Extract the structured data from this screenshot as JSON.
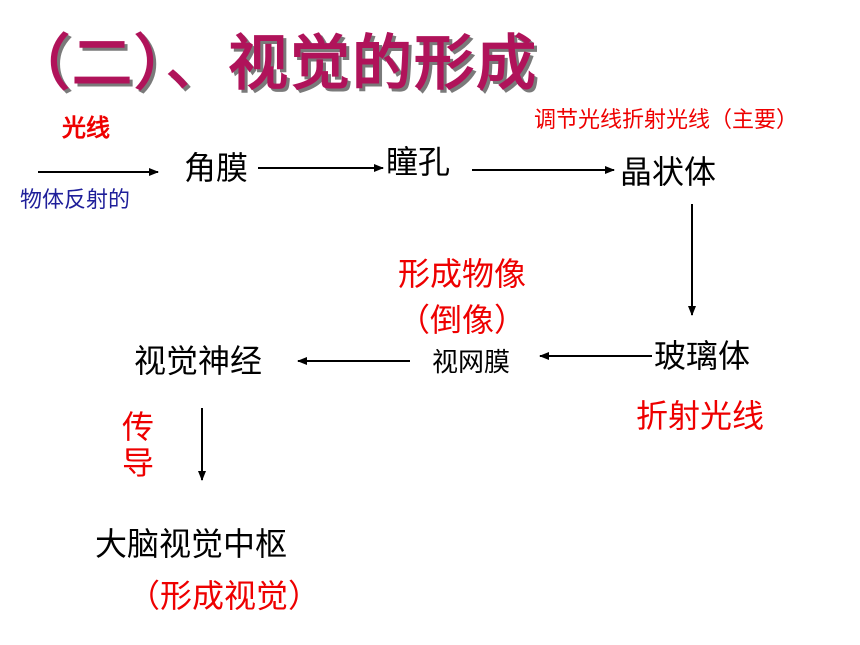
{
  "title": "（二）、视觉的形成",
  "labels": {
    "light": "光线",
    "object_reflected": "物体反射的",
    "cornea": "角膜",
    "pupil": "瞳孔",
    "adjust_note": "调节光线折射光线（主要）",
    "lens": "晶状体",
    "form_image": "形成物像",
    "inverted_image": "（倒像）",
    "vitreous": "玻璃体",
    "refract_light": "折射光线",
    "retina": "视网膜",
    "optic_nerve": "视觉神经",
    "conduct": "传导",
    "visual_center": "大脑视觉中枢",
    "form_vision": "（形成视觉）"
  }
}
